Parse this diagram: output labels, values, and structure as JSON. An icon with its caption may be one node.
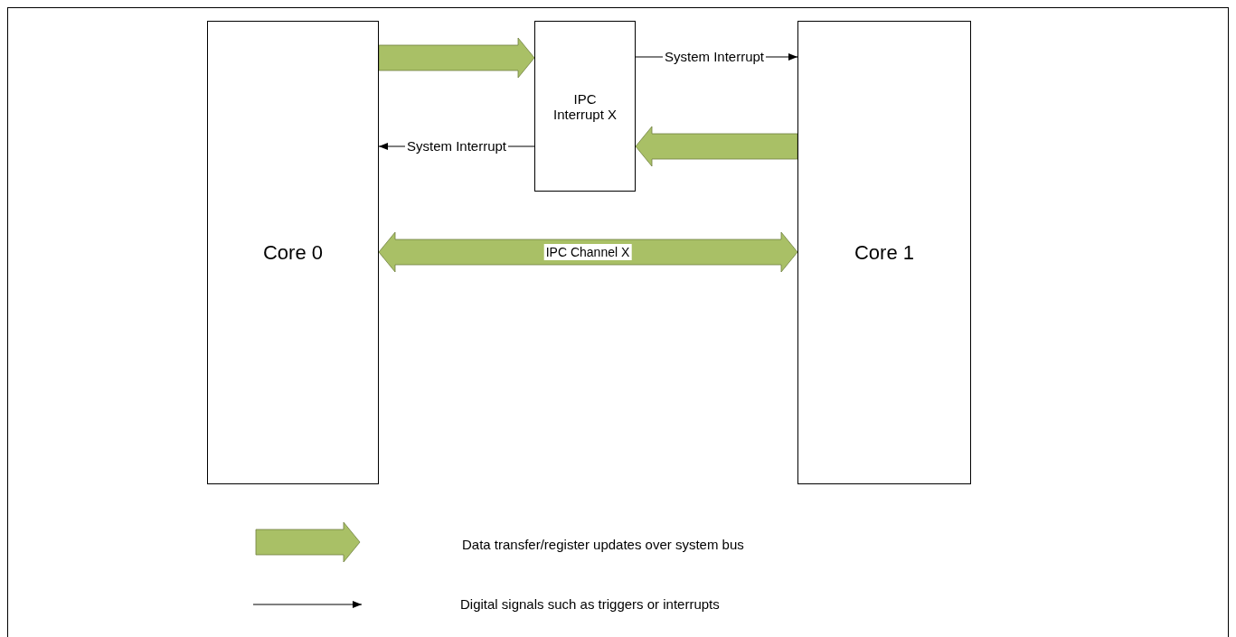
{
  "diagram": {
    "nodes": [
      {
        "text": [
          "Core 0"
        ]
      },
      {
        "text": [
          "IPC Interrupt X"
        ]
      },
      {
        "text": [
          "Core 1"
        ]
      }
    ],
    "edges": [
      {
        "from": 0,
        "to": 1,
        "arrow": "to",
        "style": "thick",
        "color": "#a9c066"
      },
      {
        "from": 1,
        "to": 2,
        "arrow": "to",
        "label": "System Interrupt"
      },
      {
        "from": 2,
        "to": 1,
        "arrow": "to",
        "style": "thick",
        "color": "#a9c066"
      },
      {
        "from": 1,
        "to": 0,
        "arrow": "to",
        "label": "System Interrupt"
      },
      {
        "from": 0,
        "to": 2,
        "arrow": "both",
        "label": "IPC Channel X",
        "style": "thick",
        "color": "#a9c066"
      }
    ],
    "legend": [
      {
        "text": "Data transfer/register updates over system bus"
      },
      {
        "text": "Digital signals such as triggers or interrupts"
      }
    ]
  }
}
